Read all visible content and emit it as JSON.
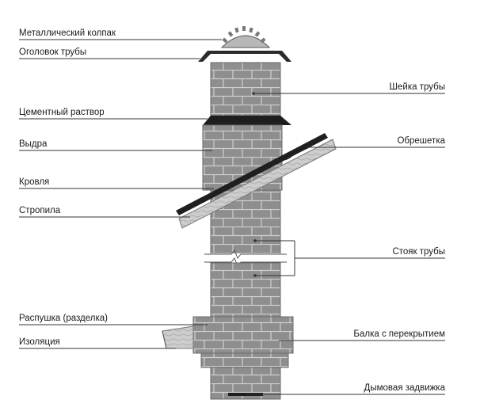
{
  "labels": {
    "metal_cap": "Металлический колпак",
    "pipe_head": "Оголовок трубы",
    "pipe_neck": "Шейка трубы",
    "cement_mortar": "Цементный раствор",
    "otter": "Выдра",
    "lathing": "Обрешетка",
    "roofing": "Кровля",
    "rafters": "Стропила",
    "riser": "Стояк трубы",
    "fluffing": "Распушка (разделка)",
    "beam_with_ceiling": "Балка с перекрытием",
    "insulation": "Изоляция",
    "smoke_damper": "Дымовая задвижка"
  },
  "colors": {
    "brick": "#8c8c8c",
    "brick_light": "#9a9a9a",
    "mortar": "#d8d8d8",
    "roof": "#2d2d2d",
    "wood": "#c9c9c9",
    "line": "#333333"
  }
}
